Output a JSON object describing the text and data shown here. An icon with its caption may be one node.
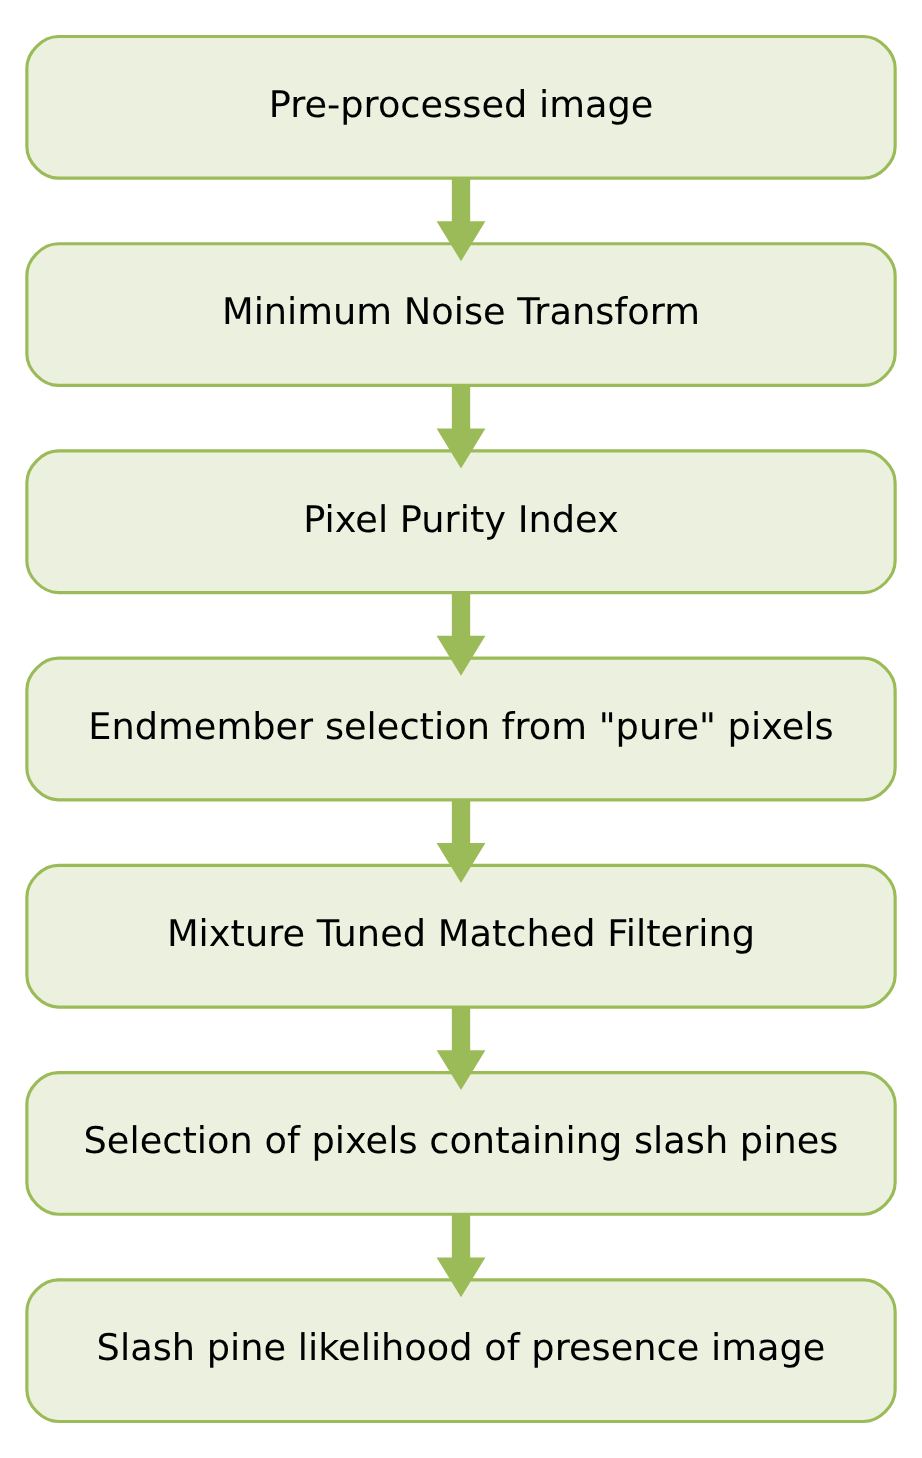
{
  "diagram": {
    "nodes": [
      {
        "text": [
          "Pre-processed image"
        ]
      },
      {
        "text": [
          "Minimum Noise Transform"
        ]
      },
      {
        "text": [
          "Pixel Purity Index"
        ]
      },
      {
        "text": [
          "Endmember selection from \"pure\" pixels"
        ]
      },
      {
        "text": [
          "Mixture Tuned Matched Filtering"
        ]
      },
      {
        "text": [
          "Selection of pixels containing slash pines"
        ]
      },
      {
        "text": [
          "Slash pine likelihood of presence image"
        ]
      }
    ],
    "edges": [
      {
        "from": 0,
        "to": 1,
        "arrow": "to"
      },
      {
        "from": 1,
        "to": 2,
        "arrow": "to"
      },
      {
        "from": 2,
        "to": 3,
        "arrow": "to"
      },
      {
        "from": 3,
        "to": 4,
        "arrow": "to"
      },
      {
        "from": 4,
        "to": 5,
        "arrow": "to"
      },
      {
        "from": 5,
        "to": 6,
        "arrow": "to"
      }
    ]
  }
}
